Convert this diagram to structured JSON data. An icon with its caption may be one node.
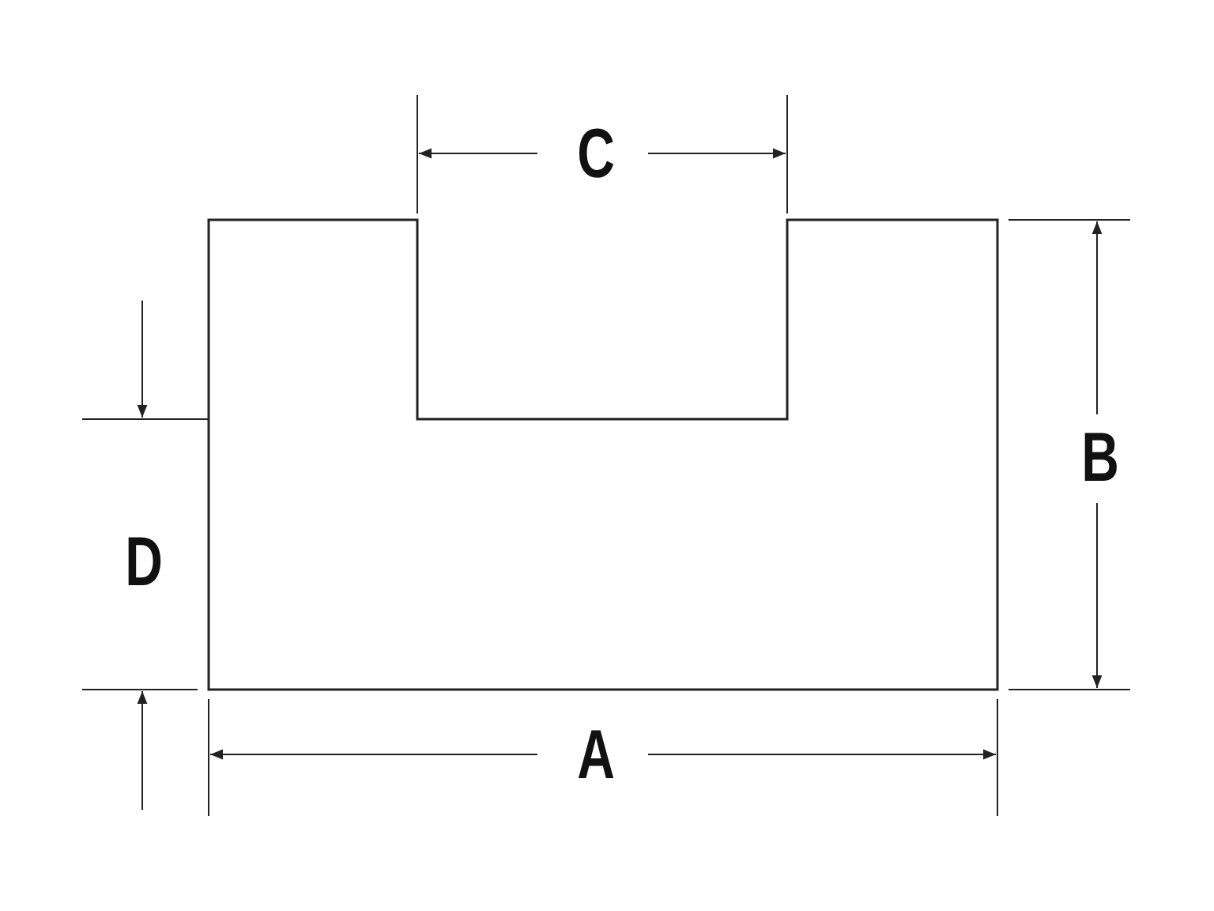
{
  "diagram": {
    "labels": [
      "C",
      "B",
      "D",
      "A"
    ]
  }
}
